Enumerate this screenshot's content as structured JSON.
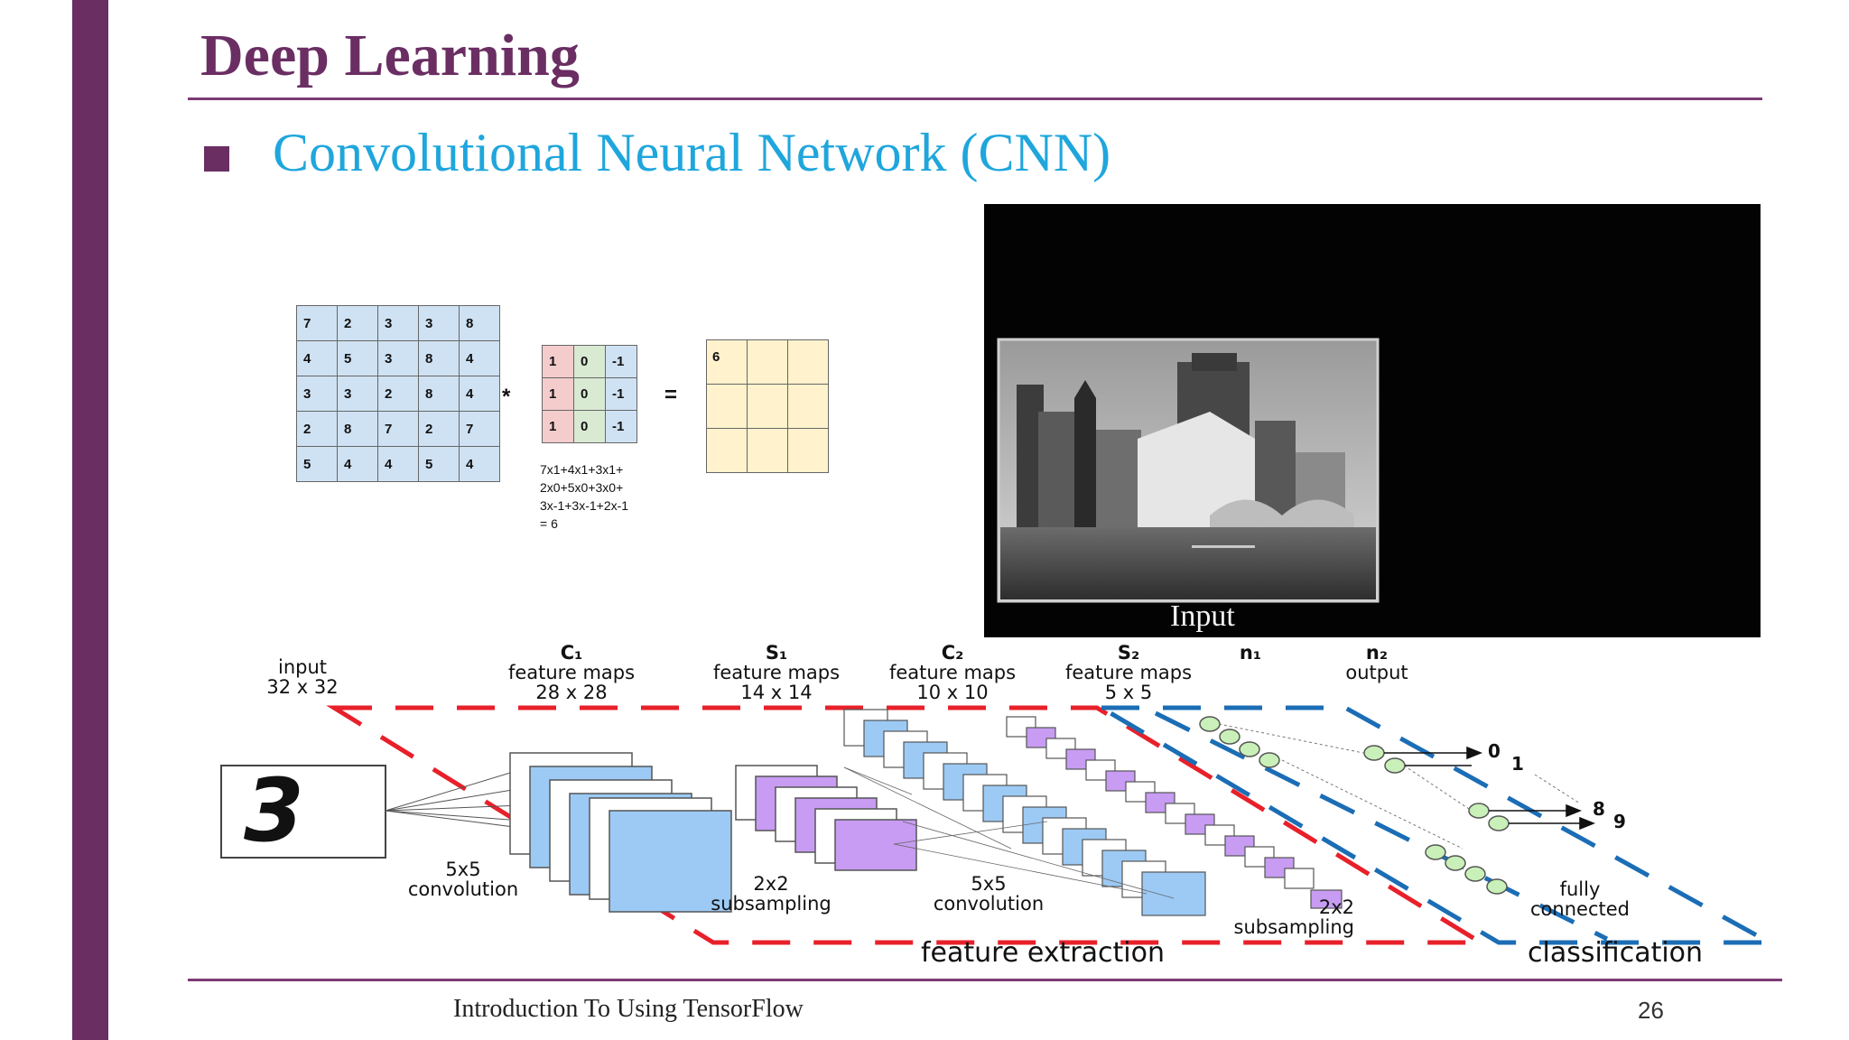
{
  "header": {
    "title": "Deep Learning"
  },
  "bullet": {
    "text": "Convolutional Neural Network (CNN)"
  },
  "conv_example": {
    "input_matrix": [
      [
        "7",
        "2",
        "3",
        "3",
        "8"
      ],
      [
        "4",
        "5",
        "3",
        "8",
        "4"
      ],
      [
        "3",
        "3",
        "2",
        "8",
        "4"
      ],
      [
        "2",
        "8",
        "7",
        "2",
        "7"
      ],
      [
        "5",
        "4",
        "4",
        "5",
        "4"
      ]
    ],
    "kernel": [
      [
        "1",
        "0",
        "-1"
      ],
      [
        "1",
        "0",
        "-1"
      ],
      [
        "1",
        "0",
        "-1"
      ]
    ],
    "output_matrix": [
      [
        "6",
        "",
        ""
      ],
      [
        "",
        "",
        ""
      ],
      [
        "",
        "",
        ""
      ]
    ],
    "operator_multiply": "*",
    "operator_equals": "=",
    "calculation": [
      "7x1+4x1+3x1+",
      "2x0+5x0+3x0+",
      "3x-1+3x-1+2x-1",
      "= 6"
    ]
  },
  "photo": {
    "label": "Input"
  },
  "cnn_diagram": {
    "layers": [
      {
        "name": "",
        "line1": "input",
        "line2": "32 x 32"
      },
      {
        "name": "C₁",
        "line1": "feature maps",
        "line2": "28 x 28"
      },
      {
        "name": "S₁",
        "line1": "feature maps",
        "line2": "14 x 14"
      },
      {
        "name": "C₂",
        "line1": "feature maps",
        "line2": "10 x 10"
      },
      {
        "name": "S₂",
        "line1": "feature maps",
        "line2": "5 x 5"
      },
      {
        "name": "n₁",
        "line1": "",
        "line2": ""
      },
      {
        "name": "n₂",
        "line1": "output",
        "line2": ""
      }
    ],
    "operations": [
      {
        "line1": "5x5",
        "line2": "convolution"
      },
      {
        "line1": "2x2",
        "line2": "subsampling"
      },
      {
        "line1": "5x5",
        "line2": "convolution"
      },
      {
        "line1": "2x2",
        "line2": "subsampling"
      },
      {
        "line1": "fully",
        "line2": "connected"
      }
    ],
    "sections": {
      "left": "feature extraction",
      "right": "classification"
    },
    "outputs": [
      "0",
      "1",
      "8",
      "9"
    ],
    "input_digit": "3",
    "colors": {
      "extraction": "#e8202a",
      "classification": "#1b6db5",
      "blue_map": "#9ccaf5",
      "purple_map": "#c79cf2",
      "neuron": "#c8f0b8"
    }
  },
  "footer": {
    "text": "Introduction To Using TensorFlow",
    "page": "26"
  }
}
